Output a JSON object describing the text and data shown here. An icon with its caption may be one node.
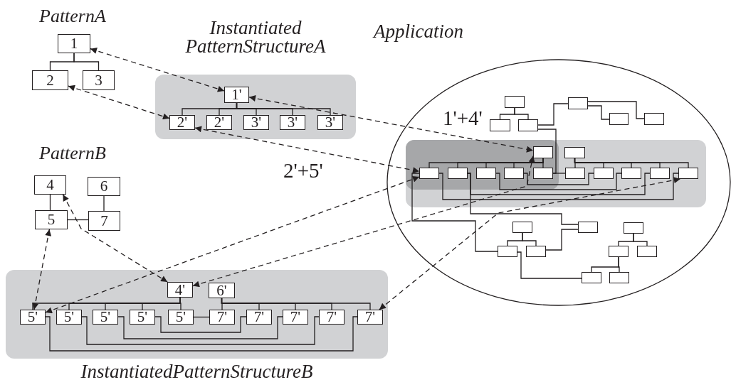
{
  "diagram": {
    "nodes": [
      {
        "text": [
          "1"
        ]
      },
      {
        "text": [
          "2"
        ]
      },
      {
        "text": [
          "3"
        ]
      },
      {
        "text": [
          "Instantiated PatternStructureA"
        ]
      },
      {
        "text": [
          "1'"
        ],
        "in": 3
      },
      {
        "text": [
          "2'"
        ],
        "in": 3
      },
      {
        "text": [
          "2'"
        ],
        "in": 3
      },
      {
        "text": [
          "3'"
        ],
        "in": 3
      },
      {
        "text": [
          "3'"
        ],
        "in": 3
      },
      {
        "text": [
          "3'"
        ],
        "in": 3
      },
      {
        "text": [
          "4"
        ]
      },
      {
        "text": [
          "6"
        ]
      },
      {
        "text": [
          "5"
        ]
      },
      {
        "text": [
          "7"
        ]
      },
      {
        "text": [
          "Application"
        ]
      },
      {
        "text": [],
        "shape": "box",
        "in": 14
      },
      {
        "text": [],
        "shape": "box",
        "in": 14
      },
      {
        "text": [],
        "shape": "box",
        "in": 14
      },
      {
        "text": [],
        "shape": "box",
        "in": 14
      },
      {
        "text": [],
        "shape": "box",
        "in": 14
      },
      {
        "text": [],
        "shape": "box",
        "in": 14
      },
      {
        "text": [],
        "shape": "box",
        "in": 14
      },
      {
        "text": [],
        "shape": "box",
        "in": 21
      },
      {
        "text": [],
        "shape": "box",
        "in": 22
      },
      {
        "text": [],
        "shape": "box",
        "in": 21
      },
      {
        "text": [],
        "shape": "box",
        "in": 22
      },
      {
        "text": [],
        "shape": "box",
        "in": 22
      },
      {
        "text": [],
        "shape": "box",
        "in": 22
      },
      {
        "text": [],
        "shape": "box",
        "in": 22
      },
      {
        "text": [],
        "shape": "box",
        "in": 22
      },
      {
        "text": [],
        "shape": "box",
        "in": 21
      },
      {
        "text": [],
        "shape": "box",
        "in": 21
      },
      {
        "text": [],
        "shape": "box",
        "in": 21
      },
      {
        "text": [],
        "shape": "box",
        "in": 21
      },
      {
        "text": [],
        "shape": "box",
        "in": 21
      },
      {
        "text": [],
        "shape": "box",
        "in": 14
      },
      {
        "text": [],
        "shape": "box",
        "in": 14
      },
      {
        "text": [],
        "shape": "box",
        "in": 14
      },
      {
        "text": [],
        "shape": "box",
        "in": 14
      },
      {
        "text": [],
        "shape": "box",
        "in": 14
      },
      {
        "text": [],
        "shape": "box",
        "in": 14
      },
      {
        "text": [],
        "shape": "box",
        "in": 14
      },
      {
        "text": [],
        "shape": "box",
        "in": 14
      },
      {
        "text": [],
        "shape": "box",
        "in": 14
      },
      {
        "text": [
          "InstantiatedPatternStructureB"
        ]
      },
      {
        "text": [
          "4'"
        ],
        "in": 44
      },
      {
        "text": [
          "6'"
        ],
        "in": 44
      },
      {
        "text": [
          "5'"
        ],
        "in": 44
      },
      {
        "text": [
          "5'"
        ],
        "in": 44
      },
      {
        "text": [
          "5'"
        ],
        "in": 44
      },
      {
        "text": [
          "5'"
        ],
        "in": 44
      },
      {
        "text": [
          "5'"
        ],
        "in": 44
      },
      {
        "text": [
          "7'"
        ],
        "in": 44
      },
      {
        "text": [
          "7'"
        ],
        "in": 44
      },
      {
        "text": [
          "7'"
        ],
        "in": 44
      },
      {
        "text": [
          "7'"
        ],
        "in": 44
      },
      {
        "text": [
          "7'"
        ],
        "in": 44
      }
    ],
    "edges": [
      {
        "from": 0,
        "to": 1,
        "arrow": "none"
      },
      {
        "from": 0,
        "to": 2,
        "arrow": "none"
      },
      {
        "from": 4,
        "to": 5,
        "arrow": "none"
      },
      {
        "from": 4,
        "to": 6,
        "arrow": "none"
      },
      {
        "from": 4,
        "to": 7,
        "arrow": "none"
      },
      {
        "from": 4,
        "to": 8,
        "arrow": "none"
      },
      {
        "from": 4,
        "to": 9,
        "arrow": "none"
      },
      {
        "from": 10,
        "to": 12,
        "arrow": "none"
      },
      {
        "from": 11,
        "to": 13,
        "arrow": "none"
      },
      {
        "from": 12,
        "to": 13,
        "arrow": "none"
      },
      {
        "from": 15,
        "to": 16,
        "arrow": "none"
      },
      {
        "from": 15,
        "to": 17,
        "arrow": "none"
      },
      {
        "from": 17,
        "to": 18,
        "arrow": "none"
      },
      {
        "from": 18,
        "to": 19,
        "arrow": "none"
      },
      {
        "from": 18,
        "to": 20,
        "arrow": "none"
      },
      {
        "from": 17,
        "to": 29,
        "arrow": "none"
      },
      {
        "from": 23,
        "to": 25,
        "arrow": "none"
      },
      {
        "from": 23,
        "to": 26,
        "arrow": "none"
      },
      {
        "from": 23,
        "to": 27,
        "arrow": "none"
      },
      {
        "from": 23,
        "to": 28,
        "arrow": "none"
      },
      {
        "from": 23,
        "to": 29,
        "arrow": "none"
      },
      {
        "from": 24,
        "to": 30,
        "arrow": "none"
      },
      {
        "from": 24,
        "to": 31,
        "arrow": "none"
      },
      {
        "from": 24,
        "to": 32,
        "arrow": "none"
      },
      {
        "from": 24,
        "to": 33,
        "arrow": "none"
      },
      {
        "from": 24,
        "to": 34,
        "arrow": "none"
      },
      {
        "from": 29,
        "to": 30,
        "arrow": "none"
      },
      {
        "from": 28,
        "to": 31,
        "arrow": "none"
      },
      {
        "from": 27,
        "to": 32,
        "arrow": "none"
      },
      {
        "from": 26,
        "to": 33,
        "arrow": "none"
      },
      {
        "from": 25,
        "to": 34,
        "arrow": "none"
      },
      {
        "from": 25,
        "to": 38,
        "arrow": "none"
      },
      {
        "from": 26,
        "to": 36,
        "arrow": "none"
      },
      {
        "from": 35,
        "to": 38,
        "arrow": "none"
      },
      {
        "from": 35,
        "to": 39,
        "arrow": "none"
      },
      {
        "from": 39,
        "to": 36,
        "arrow": "none"
      },
      {
        "from": 38,
        "to": 42,
        "arrow": "none"
      },
      {
        "from": 37,
        "to": 40,
        "arrow": "none"
      },
      {
        "from": 37,
        "to": 41,
        "arrow": "none"
      },
      {
        "from": 40,
        "to": 42,
        "arrow": "none"
      },
      {
        "from": 40,
        "to": 43,
        "arrow": "none"
      },
      {
        "from": 45,
        "to": 47,
        "arrow": "none"
      },
      {
        "from": 45,
        "to": 48,
        "arrow": "none"
      },
      {
        "from": 45,
        "to": 49,
        "arrow": "none"
      },
      {
        "from": 45,
        "to": 50,
        "arrow": "none"
      },
      {
        "from": 45,
        "to": 51,
        "arrow": "none"
      },
      {
        "from": 46,
        "to": 52,
        "arrow": "none"
      },
      {
        "from": 46,
        "to": 53,
        "arrow": "none"
      },
      {
        "from": 46,
        "to": 54,
        "arrow": "none"
      },
      {
        "from": 46,
        "to": 55,
        "arrow": "none"
      },
      {
        "from": 46,
        "to": 56,
        "arrow": "none"
      },
      {
        "from": 51,
        "to": 52,
        "arrow": "none"
      },
      {
        "from": 50,
        "to": 53,
        "arrow": "none"
      },
      {
        "from": 49,
        "to": 54,
        "arrow": "none"
      },
      {
        "from": 48,
        "to": 55,
        "arrow": "none"
      },
      {
        "from": 47,
        "to": 56,
        "arrow": "none"
      },
      {
        "from": 0,
        "to": 4,
        "arrow": "both",
        "style": "dashed"
      },
      {
        "from": 1,
        "to": 5,
        "arrow": "both",
        "style": "dashed"
      },
      {
        "from": 4,
        "to": 23,
        "arrow": "both",
        "style": "dashed"
      },
      {
        "from": 5,
        "to": 25,
        "arrow": "both",
        "style": "dashed"
      },
      {
        "from": 10,
        "to": 45,
        "arrow": "both",
        "style": "dashed"
      },
      {
        "from": 12,
        "to": 47,
        "arrow": "both",
        "style": "dashed"
      },
      {
        "from": 45,
        "to": 23,
        "arrow": "both",
        "style": "dashed"
      },
      {
        "from": 47,
        "to": 25,
        "arrow": "both",
        "style": "dashed"
      },
      {
        "from": 56,
        "to": 34,
        "arrow": "both",
        "style": "dashed"
      }
    ],
    "labels": [
      "PatternA",
      "PatternB",
      "1'+4'",
      "2'+5'"
    ]
  }
}
